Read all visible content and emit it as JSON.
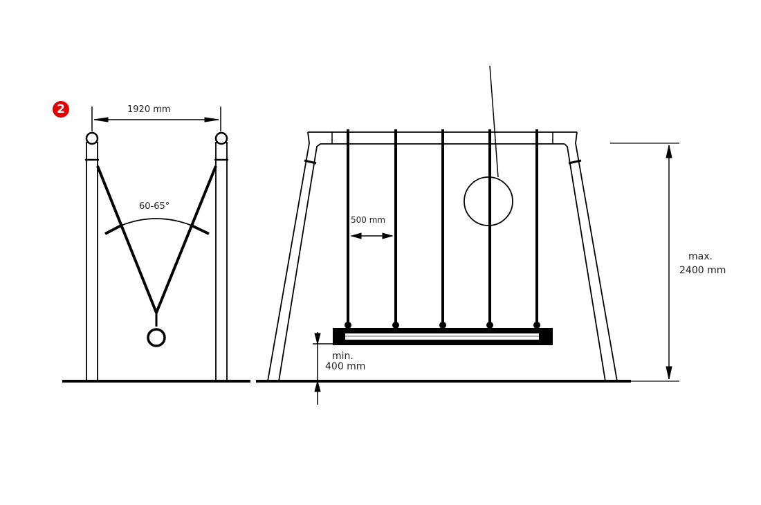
{
  "diagram": {
    "step_badge": "2",
    "side_view": {
      "post_spacing_label": "1920 mm",
      "rope_angle_label": "60-65°"
    },
    "front_view": {
      "seat_spacing_label": "500 mm",
      "min_clearance_label_line1": "min.",
      "min_clearance_label_line2": "400 mm",
      "max_height_label_line1": "max.",
      "max_height_label_line2": "2400 mm"
    },
    "colors": {
      "line": "#000000",
      "badge": "#e00000",
      "text": "#222222"
    }
  }
}
